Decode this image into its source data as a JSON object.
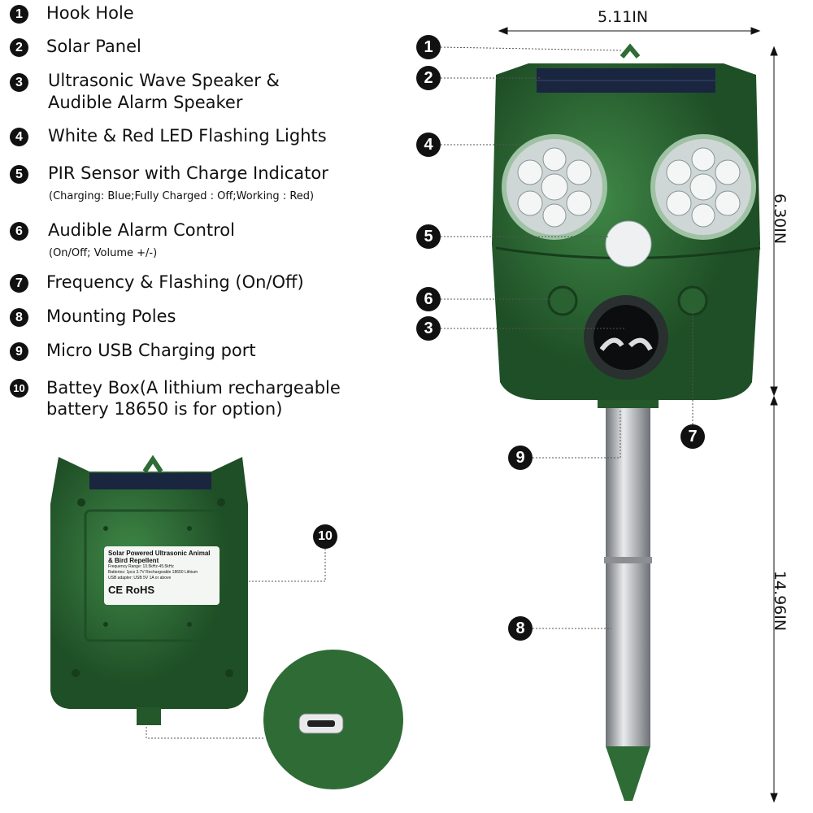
{
  "legend": [
    {
      "num": "1",
      "title": "Hook Hole"
    },
    {
      "num": "2",
      "title": "Solar Panel"
    },
    {
      "num": "3",
      "title": "Ultrasonic Wave Speaker &",
      "title2": "Audible Alarm Speaker"
    },
    {
      "num": "4",
      "title": "White & Red LED Flashing Lights"
    },
    {
      "num": "5",
      "title": "PIR Sensor with Charge Indicator",
      "note": "(Charging: Blue;Fully Charged : Off;Working : Red)"
    },
    {
      "num": "6",
      "title": "Audible Alarm Control",
      "note": "(On/Off; Volume +/-)"
    },
    {
      "num": "7",
      "title": "Frequency & Flashing (On/Off)"
    },
    {
      "num": "8",
      "title": "Mounting Poles"
    },
    {
      "num": "9",
      "title": "Micro USB Charging port"
    },
    {
      "num": "10",
      "title": "Battey Box(A lithium rechargeable",
      "title2": "battery 18650 is for option)"
    }
  ],
  "dimensions": {
    "width": "5.11IN",
    "body_height": "6.30IN",
    "pole_height": "14.96IN"
  },
  "product_label": {
    "title": "Solar Powered Ultrasonic Animal & Bird Repellent",
    "frequency": "Frequency Range: 13.5kHz-45.5kHz",
    "batteries": "Batteries: 1pcs 3.7V Rechargeable 18650 Lithium",
    "usb": "USB adapter: USB 5V 1A or above",
    "marks": "CE RoHS"
  },
  "colors": {
    "body": "#2e6b35",
    "body_dark": "#1f4f26",
    "pole": "#b9bcbf"
  }
}
